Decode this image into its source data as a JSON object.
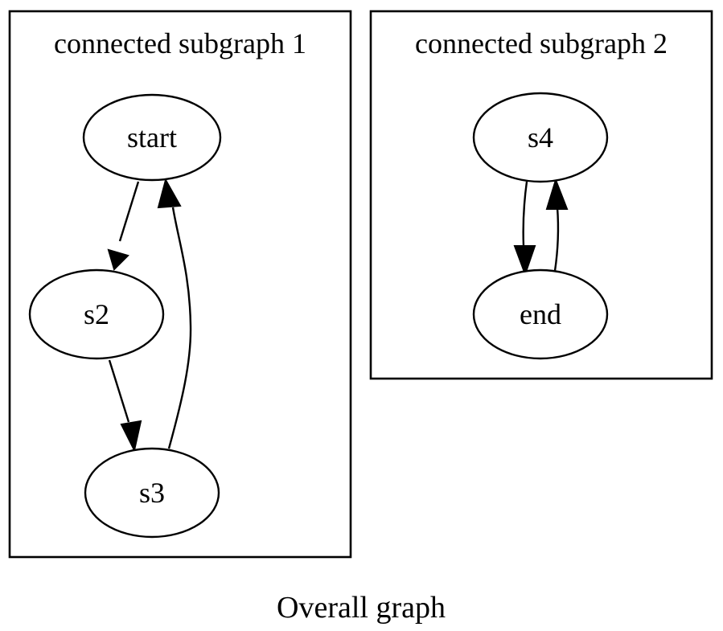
{
  "graph": {
    "caption": "Overall graph",
    "clusters": [
      {
        "id": "c1",
        "label": "connected subgraph 1"
      },
      {
        "id": "c2",
        "label": "connected subgraph 2"
      }
    ],
    "nodes": [
      {
        "id": "start",
        "label": "start",
        "cluster": "c1"
      },
      {
        "id": "s2",
        "label": "s2",
        "cluster": "c1"
      },
      {
        "id": "s3",
        "label": "s3",
        "cluster": "c1"
      },
      {
        "id": "s4",
        "label": "s4",
        "cluster": "c2"
      },
      {
        "id": "end",
        "label": "end",
        "cluster": "c2"
      }
    ],
    "edges": [
      {
        "from": "start",
        "to": "s2"
      },
      {
        "from": "s2",
        "to": "s3"
      },
      {
        "from": "s3",
        "to": "start"
      },
      {
        "from": "s4",
        "to": "end"
      },
      {
        "from": "end",
        "to": "s4"
      }
    ]
  },
  "colors": {
    "stroke": "#000000",
    "fill": "#ffffff"
  }
}
